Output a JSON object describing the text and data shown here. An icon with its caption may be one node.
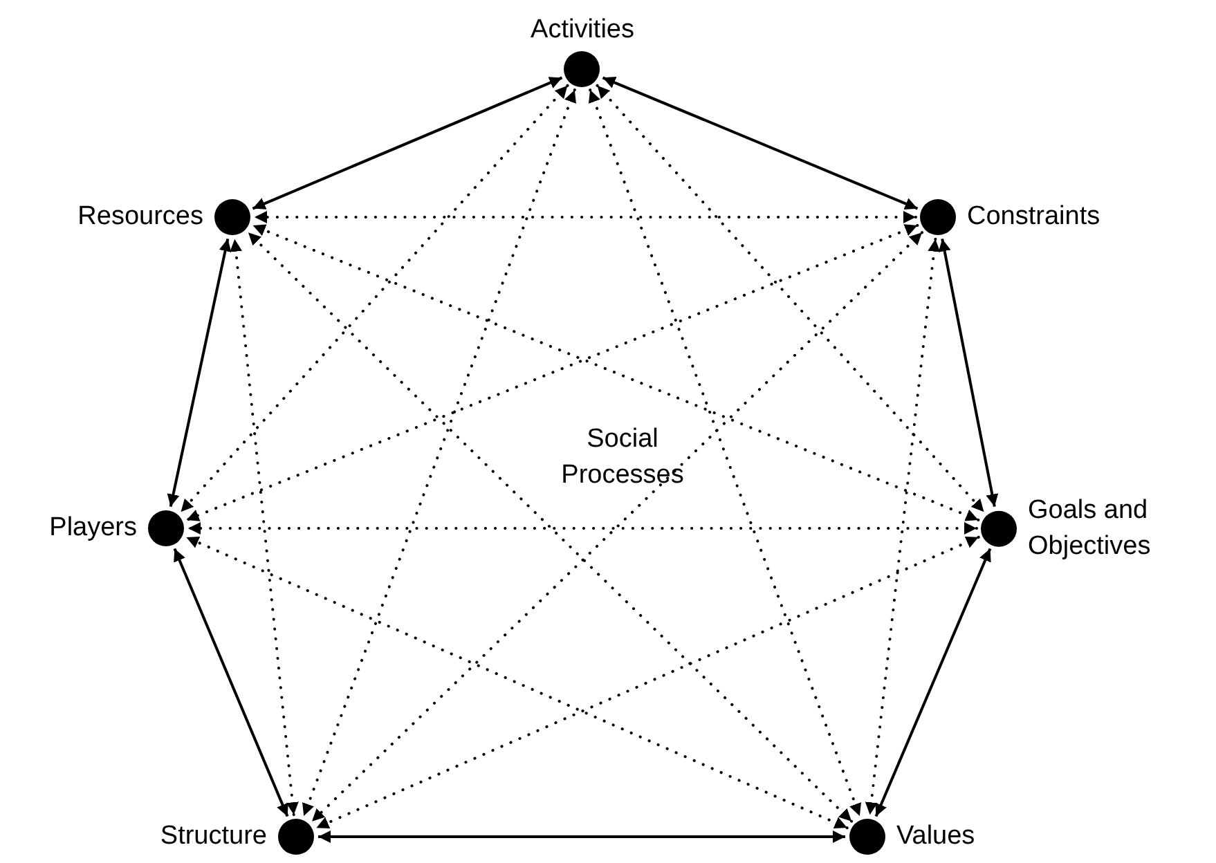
{
  "diagram": {
    "nodes": [
      {
        "text": [
          "Activities"
        ]
      },
      {
        "text": [
          "Constraints"
        ]
      },
      {
        "text": [
          "Goals and Objectives"
        ]
      },
      {
        "text": [
          "Values"
        ]
      },
      {
        "text": [
          "Structure"
        ]
      },
      {
        "text": [
          "Players"
        ]
      },
      {
        "text": [
          "Resources"
        ]
      }
    ],
    "edges": [
      {
        "from": 0,
        "to": 1,
        "arrow": "both"
      },
      {
        "from": 1,
        "to": 2,
        "arrow": "both"
      },
      {
        "from": 2,
        "to": 3,
        "arrow": "both"
      },
      {
        "from": 3,
        "to": 4,
        "arrow": "both"
      },
      {
        "from": 4,
        "to": 5,
        "arrow": "both"
      },
      {
        "from": 5,
        "to": 6,
        "arrow": "both"
      },
      {
        "from": 6,
        "to": 0,
        "arrow": "both"
      },
      {
        "from": 0,
        "to": 2,
        "arrow": "both",
        "style": "dashed"
      },
      {
        "from": 0,
        "to": 3,
        "arrow": "both",
        "style": "dashed"
      },
      {
        "from": 0,
        "to": 4,
        "arrow": "both",
        "style": "dashed"
      },
      {
        "from": 0,
        "to": 5,
        "arrow": "both",
        "style": "dashed"
      },
      {
        "from": 1,
        "to": 3,
        "arrow": "both",
        "style": "dashed"
      },
      {
        "from": 1,
        "to": 4,
        "arrow": "both",
        "style": "dashed"
      },
      {
        "from": 1,
        "to": 5,
        "arrow": "both",
        "style": "dashed"
      },
      {
        "from": 1,
        "to": 6,
        "arrow": "both",
        "style": "dashed"
      },
      {
        "from": 2,
        "to": 4,
        "arrow": "both",
        "style": "dashed"
      },
      {
        "from": 2,
        "to": 5,
        "arrow": "both",
        "style": "dashed"
      },
      {
        "from": 2,
        "to": 6,
        "arrow": "both",
        "style": "dashed"
      },
      {
        "from": 3,
        "to": 5,
        "arrow": "both",
        "style": "dashed"
      },
      {
        "from": 3,
        "to": 6,
        "arrow": "both",
        "style": "dashed"
      },
      {
        "from": 4,
        "to": 6,
        "arrow": "both",
        "style": "dashed"
      }
    ],
    "labels": [
      "Social Processes"
    ]
  }
}
